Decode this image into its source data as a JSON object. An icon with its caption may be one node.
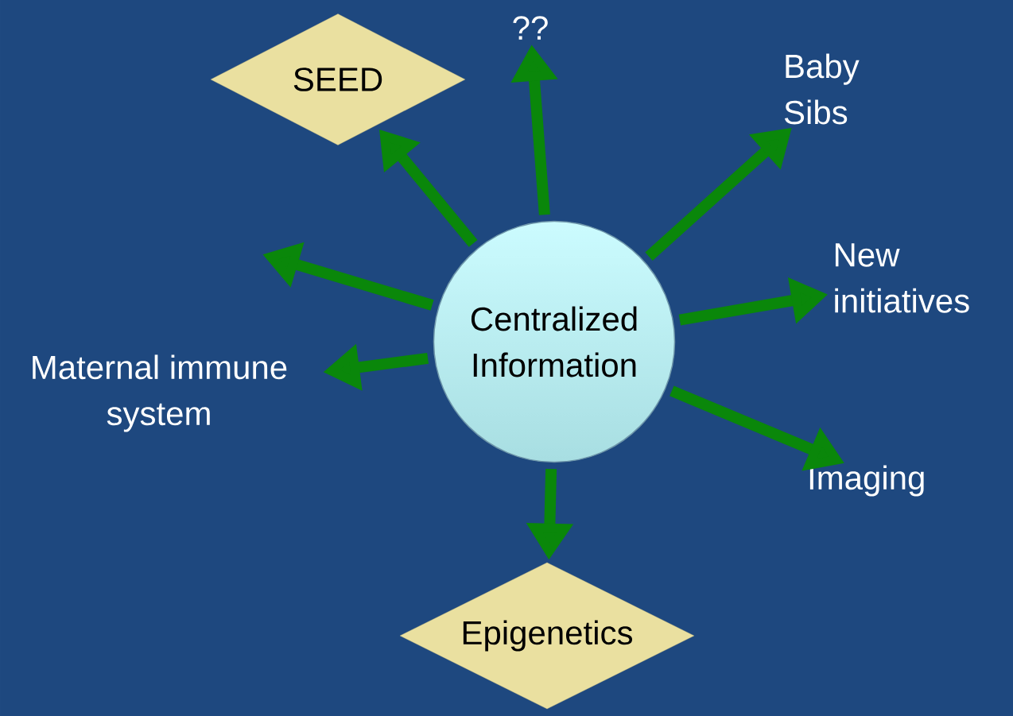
{
  "diagram": {
    "nodes": [
      {
        "text": [
          "Centralized Information"
        ]
      },
      {
        "text": [
          "SEED"
        ]
      },
      {
        "text": [
          "??"
        ]
      },
      {
        "text": [
          "Baby Sibs"
        ]
      },
      {
        "text": [
          "New initiatives"
        ]
      },
      {
        "text": [
          "Imaging"
        ]
      },
      {
        "text": [
          "Epigenetics"
        ]
      },
      {
        "text": [
          "Maternal immune system"
        ]
      }
    ],
    "edges": [
      {
        "from": 0,
        "to": 1,
        "arrow": "to"
      },
      {
        "from": 0,
        "to": 2,
        "arrow": "to"
      },
      {
        "from": 0,
        "to": 3,
        "arrow": "to"
      },
      {
        "from": 0,
        "to": 4,
        "arrow": "to"
      },
      {
        "from": 0,
        "to": 5,
        "arrow": "to"
      },
      {
        "from": 0,
        "to": 6,
        "arrow": "to"
      },
      {
        "from": 0,
        "to": 7,
        "arrow": "to"
      },
      {
        "from": 0,
        "to": null,
        "arrow": "to"
      }
    ]
  }
}
